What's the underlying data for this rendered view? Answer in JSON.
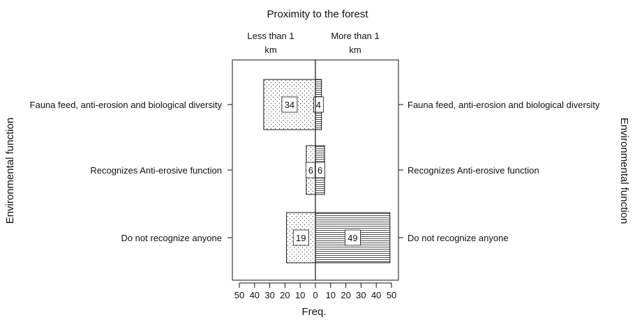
{
  "chart_data": {
    "type": "bar",
    "orientation": "horizontal-back-to-back",
    "title": "Proximity to the forest",
    "xlabel": "Freq.",
    "ylabel_left": "Environmental function",
    "ylabel_right": "Environmental function",
    "xlim": [
      -55,
      55
    ],
    "x_ticks": [
      -50,
      -40,
      -30,
      -20,
      -10,
      0,
      10,
      20,
      30,
      40,
      50
    ],
    "x_tick_labels": [
      "50",
      "40",
      "30",
      "20",
      "10",
      "0",
      "10",
      "20",
      "30",
      "40",
      "50"
    ],
    "categories": [
      "Fauna feed, anti-erosion and biological diversity",
      "Recognizes Anti-erosive function",
      "Do not recognize anyone"
    ],
    "series": [
      {
        "name": "Less than 1 km",
        "label_lines": [
          "Less than 1",
          "km"
        ],
        "side": "left",
        "fill": "dots",
        "values": [
          34,
          6,
          19
        ]
      },
      {
        "name": "More than 1 km",
        "label_lines": [
          "More than 1",
          "km"
        ],
        "side": "right",
        "fill": "hlines",
        "values": [
          4,
          6,
          49
        ]
      }
    ],
    "grid": false
  }
}
